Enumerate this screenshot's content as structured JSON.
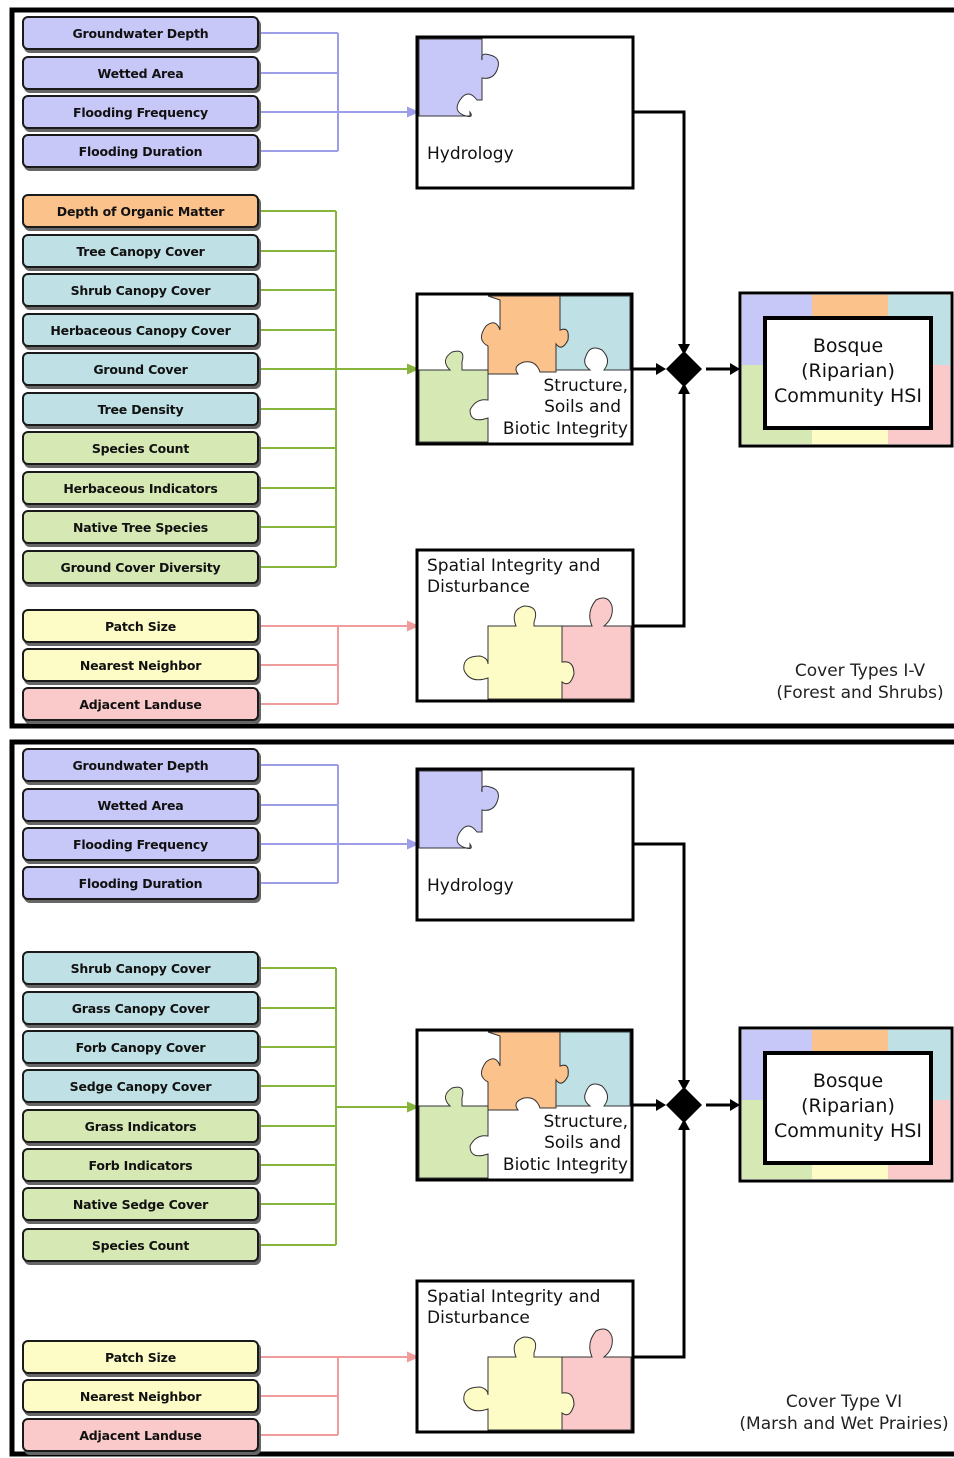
{
  "panels": [
    {
      "cover_line1": "Cover Types I-V",
      "cover_line2": "(Forest and Shrubs)",
      "hydrology": {
        "title": "Hydrology",
        "inputs": [
          "Groundwater Depth",
          "Wetted Area",
          "Flooding Frequency",
          "Flooding Duration"
        ]
      },
      "structure": {
        "title_line1": "Structure,",
        "title_line2": "Soils and",
        "title_line3": "Biotic Integrity",
        "inputs": [
          "Depth of Organic Matter",
          "Tree Canopy Cover",
          "Shrub Canopy Cover",
          "Herbaceous Canopy Cover",
          "Ground Cover",
          "Tree Density",
          "Species Count",
          "Herbaceous Indicators",
          "Native Tree Species",
          "Ground Cover Diversity"
        ],
        "colors": [
          "orange",
          "teal",
          "teal",
          "teal",
          "teal",
          "teal",
          "green",
          "green",
          "green",
          "green"
        ]
      },
      "spatial": {
        "title_line1": "Spatial Integrity and",
        "title_line2": "Disturbance",
        "inputs": [
          "Patch Size",
          "Nearest Neighbor",
          "Adjacent Landuse"
        ],
        "colors": [
          "yellow",
          "yellow",
          "pink"
        ]
      },
      "hsi": {
        "line1": "Bosque",
        "line2": "(Riparian)",
        "line3": "Community HSI"
      }
    },
    {
      "cover_line1": "Cover Type VI",
      "cover_line2": "(Marsh and Wet Prairies)",
      "hydrology": {
        "title": "Hydrology",
        "inputs": [
          "Groundwater Depth",
          "Wetted Area",
          "Flooding Frequency",
          "Flooding Duration"
        ]
      },
      "structure": {
        "title_line1": "Structure,",
        "title_line2": "Soils and",
        "title_line3": "Biotic Integrity",
        "inputs": [
          "Shrub Canopy Cover",
          "Grass Canopy Cover",
          "Forb Canopy Cover",
          "Sedge Canopy Cover",
          "Grass Indicators",
          "Forb Indicators",
          "Native Sedge Cover",
          "Species Count"
        ],
        "colors": [
          "teal",
          "teal",
          "teal",
          "teal",
          "green",
          "green",
          "green",
          "green"
        ]
      },
      "spatial": {
        "title_line1": "Spatial Integrity and",
        "title_line2": "Disturbance",
        "inputs": [
          "Patch Size",
          "Nearest Neighbor",
          "Adjacent Landuse"
        ],
        "colors": [
          "yellow",
          "yellow",
          "pink"
        ]
      },
      "hsi": {
        "line1": "Bosque",
        "line2": "(Riparian)",
        "line3": "Community HSI"
      }
    }
  ],
  "colors": {
    "hydrology_connector": "#9e9ee8",
    "structure_connector": "#86b43c",
    "spatial_connector": "#f09c9c",
    "piece_blue": "#c8c8f8",
    "piece_orange": "#fbc28c",
    "piece_teal": "#bfe0e4",
    "piece_green": "#d6e8b4",
    "piece_yellow": "#fdfcc6",
    "piece_pink": "#fac9c9"
  }
}
